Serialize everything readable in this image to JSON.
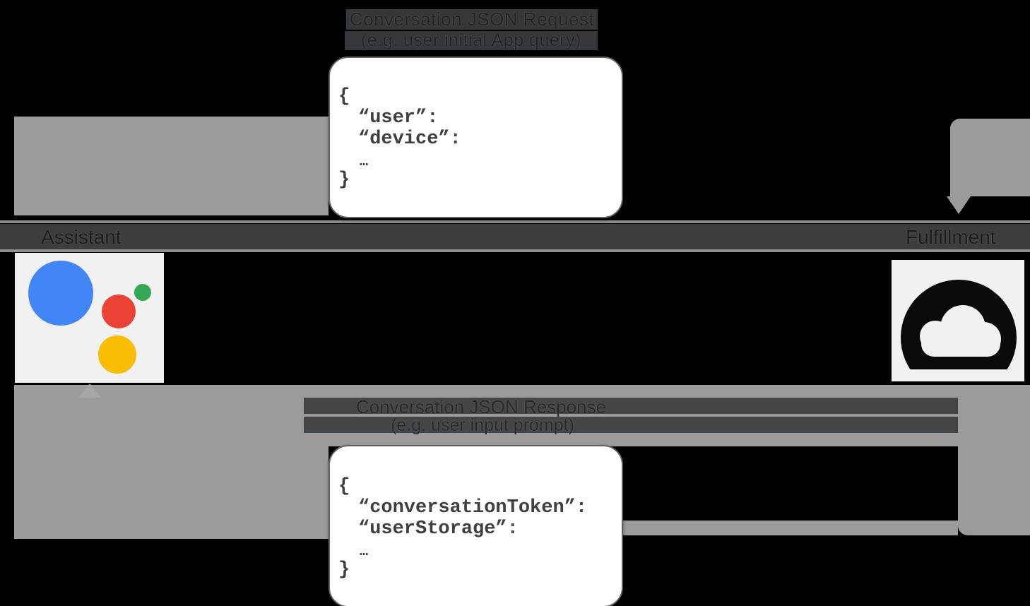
{
  "request_label": {
    "line1": "Conversation JSON Request",
    "line2": "(e.g. user initial App query)"
  },
  "response_label": {
    "line1": "Conversation JSON Response",
    "line2": "(e.g. user input prompt)"
  },
  "assistant": {
    "label": "Assistant"
  },
  "fulfillment": {
    "label": "Fulfillment"
  },
  "request_json": {
    "brace_open": "{",
    "keys": [
      "“user”:",
      "“device”:"
    ],
    "ellipsis": "…",
    "brace_close": "}"
  },
  "response_json": {
    "brace_open": "{",
    "keys": [
      "“conversationToken”:",
      "“userStorage”:"
    ],
    "ellipsis": "…",
    "brace_close": "}"
  },
  "colors": {
    "background": "#000000",
    "arrow_gray": "#9b9b9b",
    "band_dark": "#3b3e41",
    "caption_bar": "#434649",
    "code_text": "#3c4043",
    "box_border": "#5f6368",
    "tile_bg": "#f1f1f1",
    "assistant_blue": "#4285f4",
    "assistant_red": "#ea4335",
    "assistant_green": "#34a853",
    "assistant_yellow": "#fbbc04",
    "cloud_black": "#0a0a0a"
  }
}
